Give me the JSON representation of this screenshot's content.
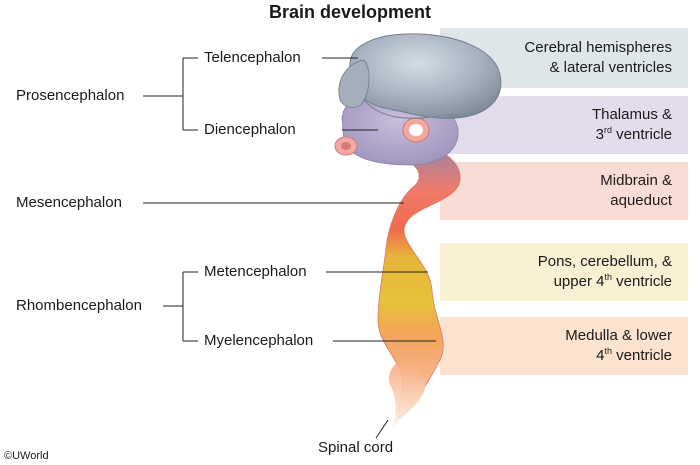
{
  "title": "Brain development",
  "divisions": {
    "prosencephalon": "Prosencephalon",
    "mesencephalon": "Mesencephalon",
    "rhombencephalon": "Rhombencephalon"
  },
  "subdivisions": {
    "telencephalon": "Telencephalon",
    "diencephalon": "Diencephalon",
    "metencephalon": "Metencephalon",
    "myelencephalon": "Myelencephalon"
  },
  "spinal_cord": "Spinal cord",
  "copyright": "©UWorld",
  "bands": [
    {
      "line1": "Cerebral hemispheres",
      "line2": "& lateral ventricles",
      "color": "#dfe6ea"
    },
    {
      "line1": "Thalamus &",
      "line2_num": "3",
      "line2_sup": "rd",
      "line2_rest": " ventricle",
      "color": "#e2dbec"
    },
    {
      "line1": "Midbrain &",
      "line2": "aqueduct",
      "color": "#fadcd6"
    },
    {
      "line1": "Pons, cerebellum, &",
      "line2_pre": "upper 4",
      "line2_sup": "th",
      "line2_rest": " ventricle",
      "color": "#f9f0d4"
    },
    {
      "line1": "Medulla & lower",
      "line2_num": "4",
      "line2_sup": "th",
      "line2_rest": " ventricle",
      "color": "#fbe3cf"
    }
  ]
}
